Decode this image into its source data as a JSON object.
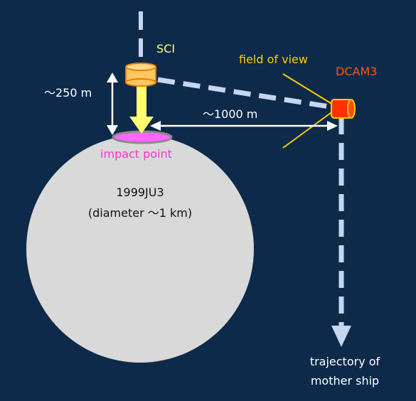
{
  "colors": {
    "background": "#0e2a4a",
    "asteroid": "#d9d9d9",
    "trajectory": "#c5d6ee",
    "sci_label": "#ffff80",
    "impactor_fill": "#ffc863",
    "impactor_stroke": "#e67e00",
    "impact_arrow": "#ffff70",
    "impact_point_fill": "#ff66ff",
    "impact_point_label": "#ff33cc",
    "camera_fill": "#ff3300",
    "camera_stroke": "#ffcc00",
    "dcam_label": "#ff5511",
    "fov_lines": "#ffcc00",
    "white_text": "#ffffff",
    "dark_text": "#111111"
  },
  "labels": {
    "sci": "SCI",
    "field_of_view": "field of view",
    "dcam3": "DCAM3",
    "altitude": "～250 m",
    "distance": "～1000 m",
    "impact_point": "impact point",
    "asteroid_name": "1999JU3",
    "asteroid_size": "(diameter ～1 km)",
    "trajectory_line1": "trajectory of",
    "trajectory_line2": "mother ship"
  },
  "icons": {
    "impactor": "sci-impactor-icon",
    "camera": "dcam3-camera-icon"
  }
}
